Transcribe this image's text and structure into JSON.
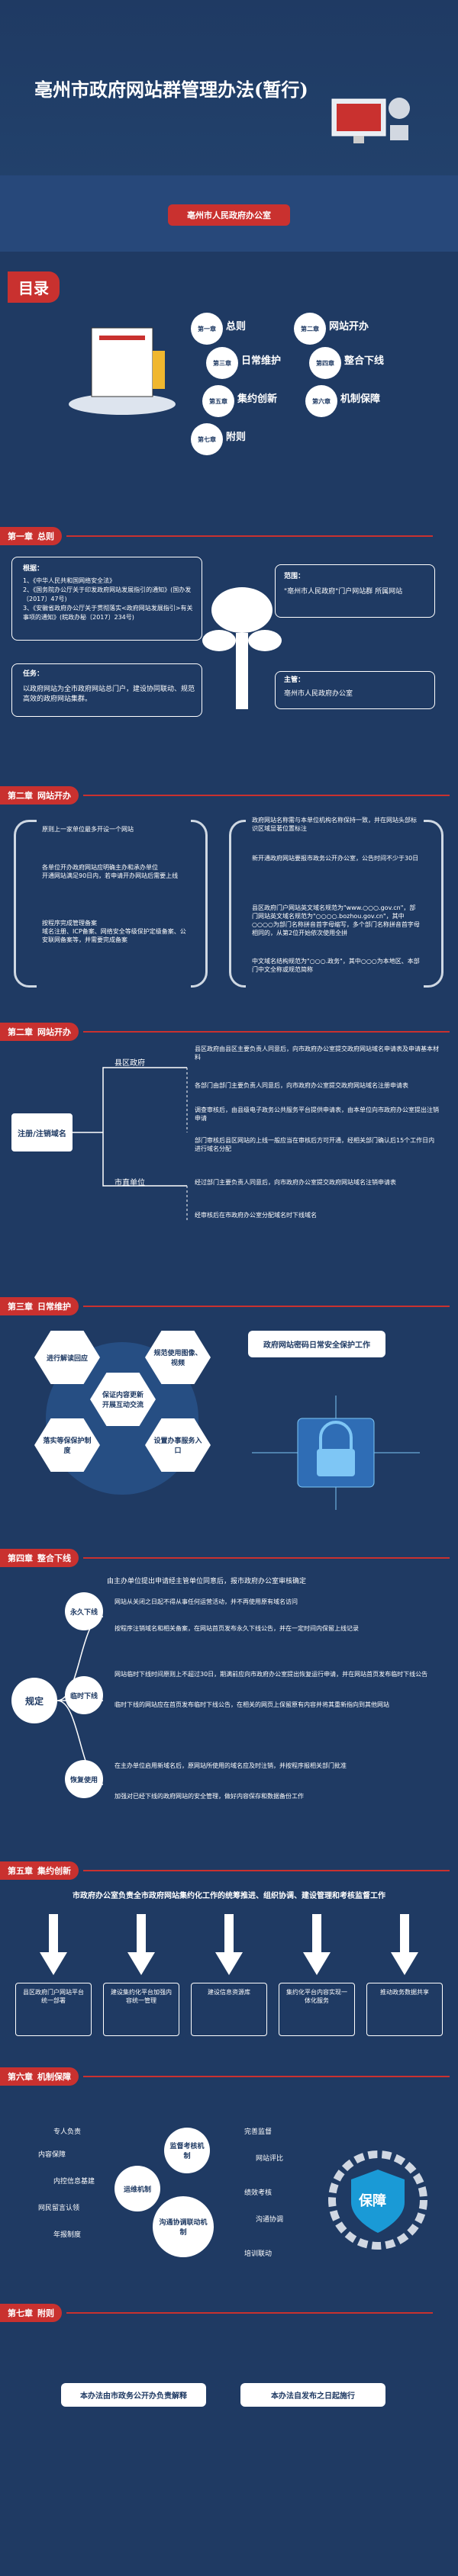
{
  "header": {
    "title": "亳州市政府网站群管理办法(暂行)",
    "issuer": "亳州市人民政府办公室"
  },
  "toc": {
    "label": "目录",
    "items": [
      {
        "num": "第一章",
        "label": "总则"
      },
      {
        "num": "第二章",
        "label": "网站开办"
      },
      {
        "num": "第三章",
        "label": "日常维护"
      },
      {
        "num": "第四章",
        "label": "整合下线"
      },
      {
        "num": "第五章",
        "label": "集约创新"
      },
      {
        "num": "第六章",
        "label": "机制保障"
      },
      {
        "num": "第七章",
        "label": "附则"
      }
    ]
  },
  "ch1": {
    "bar_num": "第一章",
    "bar_title": "总则",
    "basis_label": "根据：",
    "basis_text": "1、《中华人民共和国网络安全法》\n2、《国务院办公厅关于印发政府网站发展指引的通知》(国办发〔2017〕47号)\n3、《安徽省政府办公厅关于贯彻落实<政府网站发展指引>有关事项的通知》(皖政办秘〔2017〕234号)",
    "scope_label": "范围：",
    "scope_text": "\"亳州市人民政府\"门户网站群 所属网站",
    "task_label": "任务：",
    "task_text": "以政府网站为全市政府网站总门户，建设协同联动、规范高效的政府网站集群。",
    "dept_label": "主管：",
    "dept_text": "亳州市人民政府办公室"
  },
  "ch2a": {
    "bar_num": "第二章",
    "bar_title": "网站开办",
    "left_items": [
      "原则上一家单位最多开设一个网站",
      "各单位开办政府网站应明确主办和承办单位\n开通网站满足90日内，若申请开办网站后需要上线",
      "按程序完成管理备案\n域名注册、ICP备案、网络安全等级保护定级备案、公安联网备案等，并需要完成备案"
    ],
    "right_items": [
      "政府网站名称需与本单位机构名称保持一致，并在网站头部标识区域显著位置标注",
      "新开通政府网站要报市政务公开办公室，公告时间不少于30日",
      "县区政府门户网站英文域名规范为\"www.○○○.gov.cn\"，部门网站英文域名规范为\"○○○○.bozhou.gov.cn\"，其中○○○○为部门名称拼音首字母缩写，多个部门名称拼音首字母相同的，从第2位开始依次使用全拼",
      "中文域名结构规范为\"○○○.政务\"，其中○○○为本地区、本部门中文全称或规范简称"
    ]
  },
  "ch2b": {
    "bar_num": "第二章",
    "bar_title": "网站开办",
    "center_label": "注册/注销域名",
    "branch1": "县区政府",
    "branch2": "市直单位",
    "items": [
      "县区政府由县区主要负责人同意后，向市政府办公室提交政府网站域名申请表及申请基本材料",
      "各部门由部门主要负责人同意后，向市政府办公室提交政府网站域名注册申请表",
      "调查审核后，由县级电子政务公共服务平台提供申请表，由本单位向市政府办公室提出注销申请",
      "部门审核后县区网站的上线一般应当在审核后方可开通，经相关部门确认后15个工作日内进行域名分配",
      "经过部门主要负责人同意后，向市政府办公室提交政府网站域名注销申请表",
      "经审核后在市政府办公室分配域名时下线域名"
    ]
  },
  "ch3": {
    "bar_num": "第三章",
    "bar_title": "日常维护",
    "hexes": [
      "进行解读回应",
      "规范使用图像、视频",
      "保证内容更新",
      "开展互动交流",
      "落实等保保护制度",
      "设置办事服务入口"
    ],
    "right_note": "政府网站密码日常安全保护工作"
  },
  "ch4": {
    "bar_num": "第四章",
    "bar_title": "整合下线",
    "intro": "由主办单位提出申请经主管单位同意后，报市政府办公室审核确定",
    "center": "规定",
    "circles": [
      "永久下线",
      "临时下线",
      "恢复使用"
    ],
    "items": [
      "网站从关闭之日起不得从事任何运营活动，并不再使用原有域名访问",
      "按程序注销域名和相关备案，在网站首页发布永久下线公告，并在一定时间内保留上线记录",
      "网站临时下线时间原则上不超过30日，期满前应向市政府办公室提出恢复运行申请，并在网站首页发布临时下线公告",
      "临时下线的网站应在首页发布临时下线公告，在相关的网页上保留原有内容并将其重新指向到其他网站",
      "在主办单位启用新域名后，原网站所使用的域名应及时注销，并按程序报相关部门批准",
      "加强对已经下线的政府网站的安全管理，做好内容保存和数据备份工作"
    ]
  },
  "ch5": {
    "bar_num": "第五章",
    "bar_title": "集约创新",
    "lead": "市政府办公室负责全市政府网站集约化工作的统筹推进、组织协调、建设管理和考核监督工作",
    "items": [
      "县区政府门户网站平台统一部署",
      "建设集约化平台加强内容统一管理",
      "建设信息资源库",
      "集约化平台内容实现一体化服务",
      "推动政务数据共享"
    ]
  },
  "ch6": {
    "bar_num": "第六章",
    "bar_title": "机制保障",
    "left_items": [
      "专人负责",
      "内容保障",
      "内控信息基建",
      "网民留言认领",
      "年报制度"
    ],
    "center_items": [
      "运维机制",
      "监督考核机制",
      "沟通协调联动机制"
    ],
    "right_items": [
      "完善监督",
      "网站评比",
      "绩效考核",
      "沟通协调",
      "培训联动"
    ],
    "shield": "保障"
  },
  "ch7": {
    "bar_num": "第七章",
    "bar_title": "附则",
    "btn1": "本办法由市政务公开办负责解释",
    "btn2": "本办法自发布之日起施行"
  }
}
